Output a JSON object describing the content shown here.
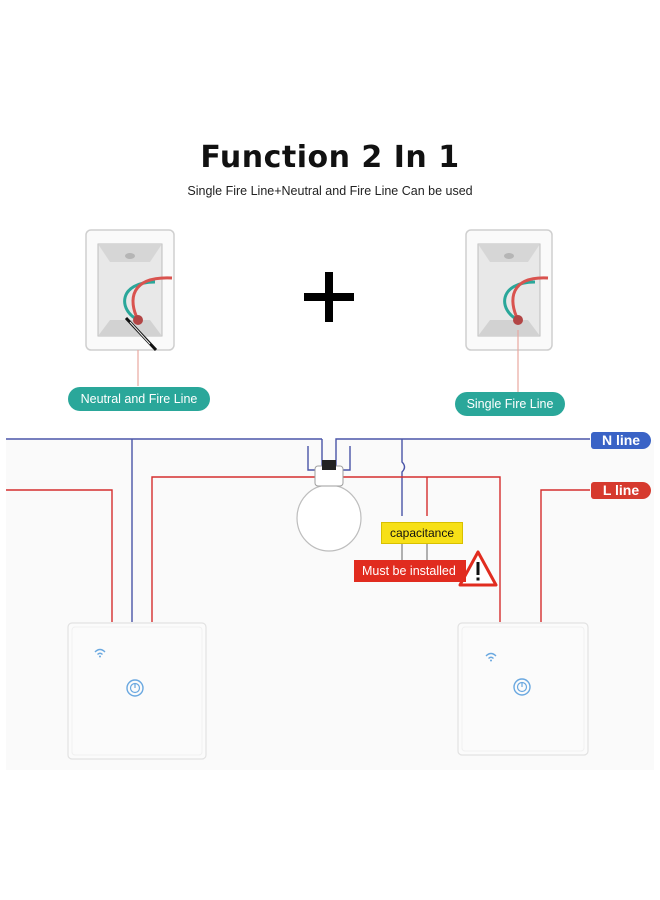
{
  "header": {
    "title": "Function 2 In 1",
    "subtitle": "Single Fire Line+Neutral and Fire Line Can be used"
  },
  "modes": {
    "left_label": "Neutral and Fire Line",
    "right_label": "Single Fire Line",
    "plus_symbol": "+"
  },
  "wiring": {
    "n_line_label": "N line",
    "l_line_label": "L line",
    "capacitance_label": "capacitance",
    "warning_label": "Must be installed",
    "warning_icon": "warning-triangle-icon"
  },
  "colors": {
    "teal": "#2aa79a",
    "neutral_wire": "#4a55a8",
    "live_wire": "#d42e2e",
    "n_tag": "#3a63c6",
    "l_tag": "#d63a2e",
    "capacitor": "#f7e017",
    "warning": "#e12c1f"
  }
}
